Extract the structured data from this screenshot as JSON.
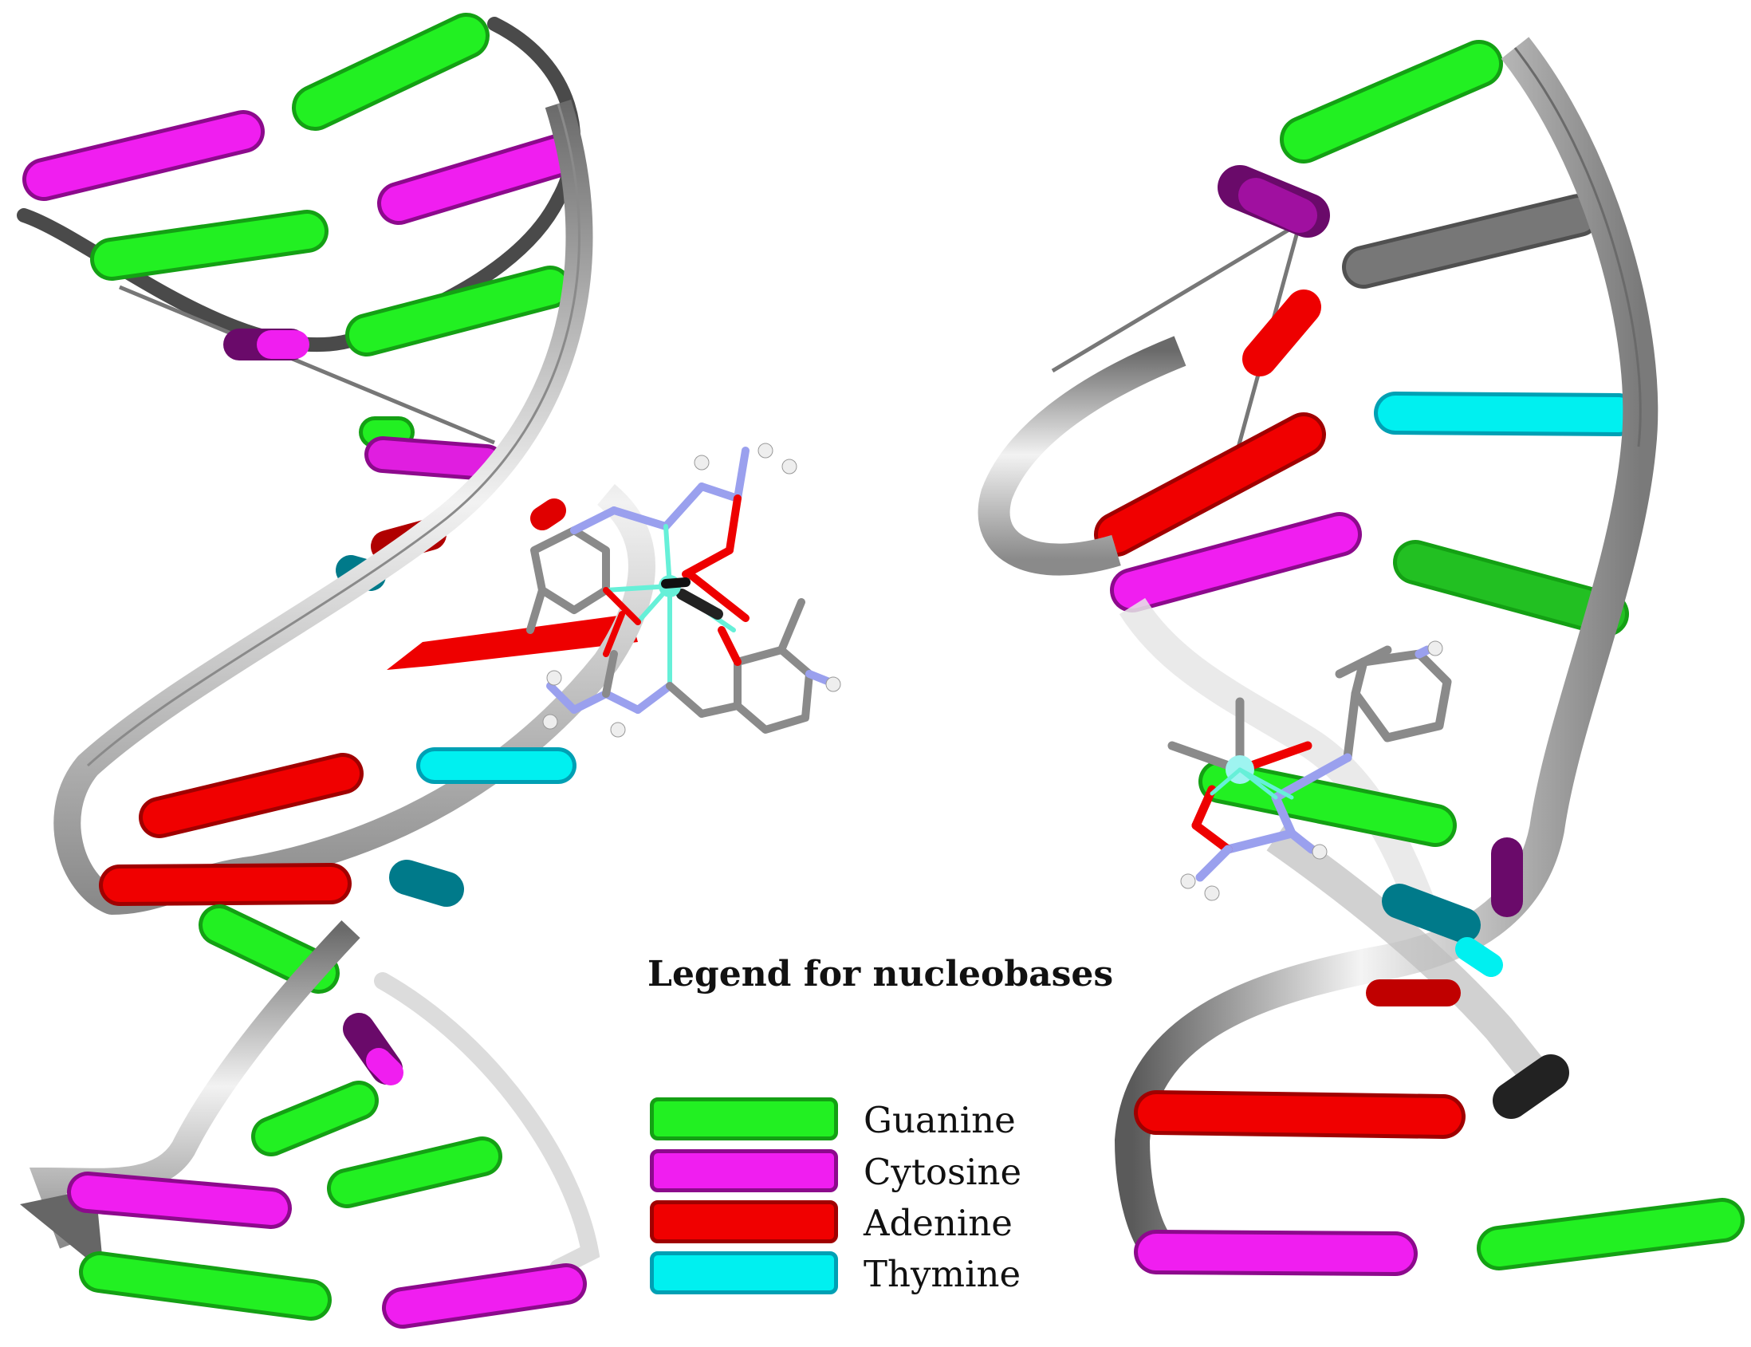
{
  "legend": {
    "title": "Legend for nucleobases",
    "items": [
      {
        "label": "Guanine",
        "fill": "#22f022",
        "border": "#14a014"
      },
      {
        "label": "Cytosine",
        "fill": "#f01ef0",
        "border": "#8c0a8c"
      },
      {
        "label": "Adenine",
        "fill": "#f00000",
        "border": "#a00000"
      },
      {
        "label": "Thymine",
        "fill": "#00f0f0",
        "border": "#00a0b4"
      }
    ]
  },
  "colors": {
    "guanine": "#22f022",
    "cytosine": "#f01ef0",
    "adenine": "#f00000",
    "thymine": "#00f0f0",
    "backbone": "#d8d8d8",
    "ligand_carbon": "#8a8a8a",
    "ligand_nitrogen": "#9aa0ee",
    "ligand_oxygen": "#ee0000",
    "metal": "#66f0d8"
  }
}
